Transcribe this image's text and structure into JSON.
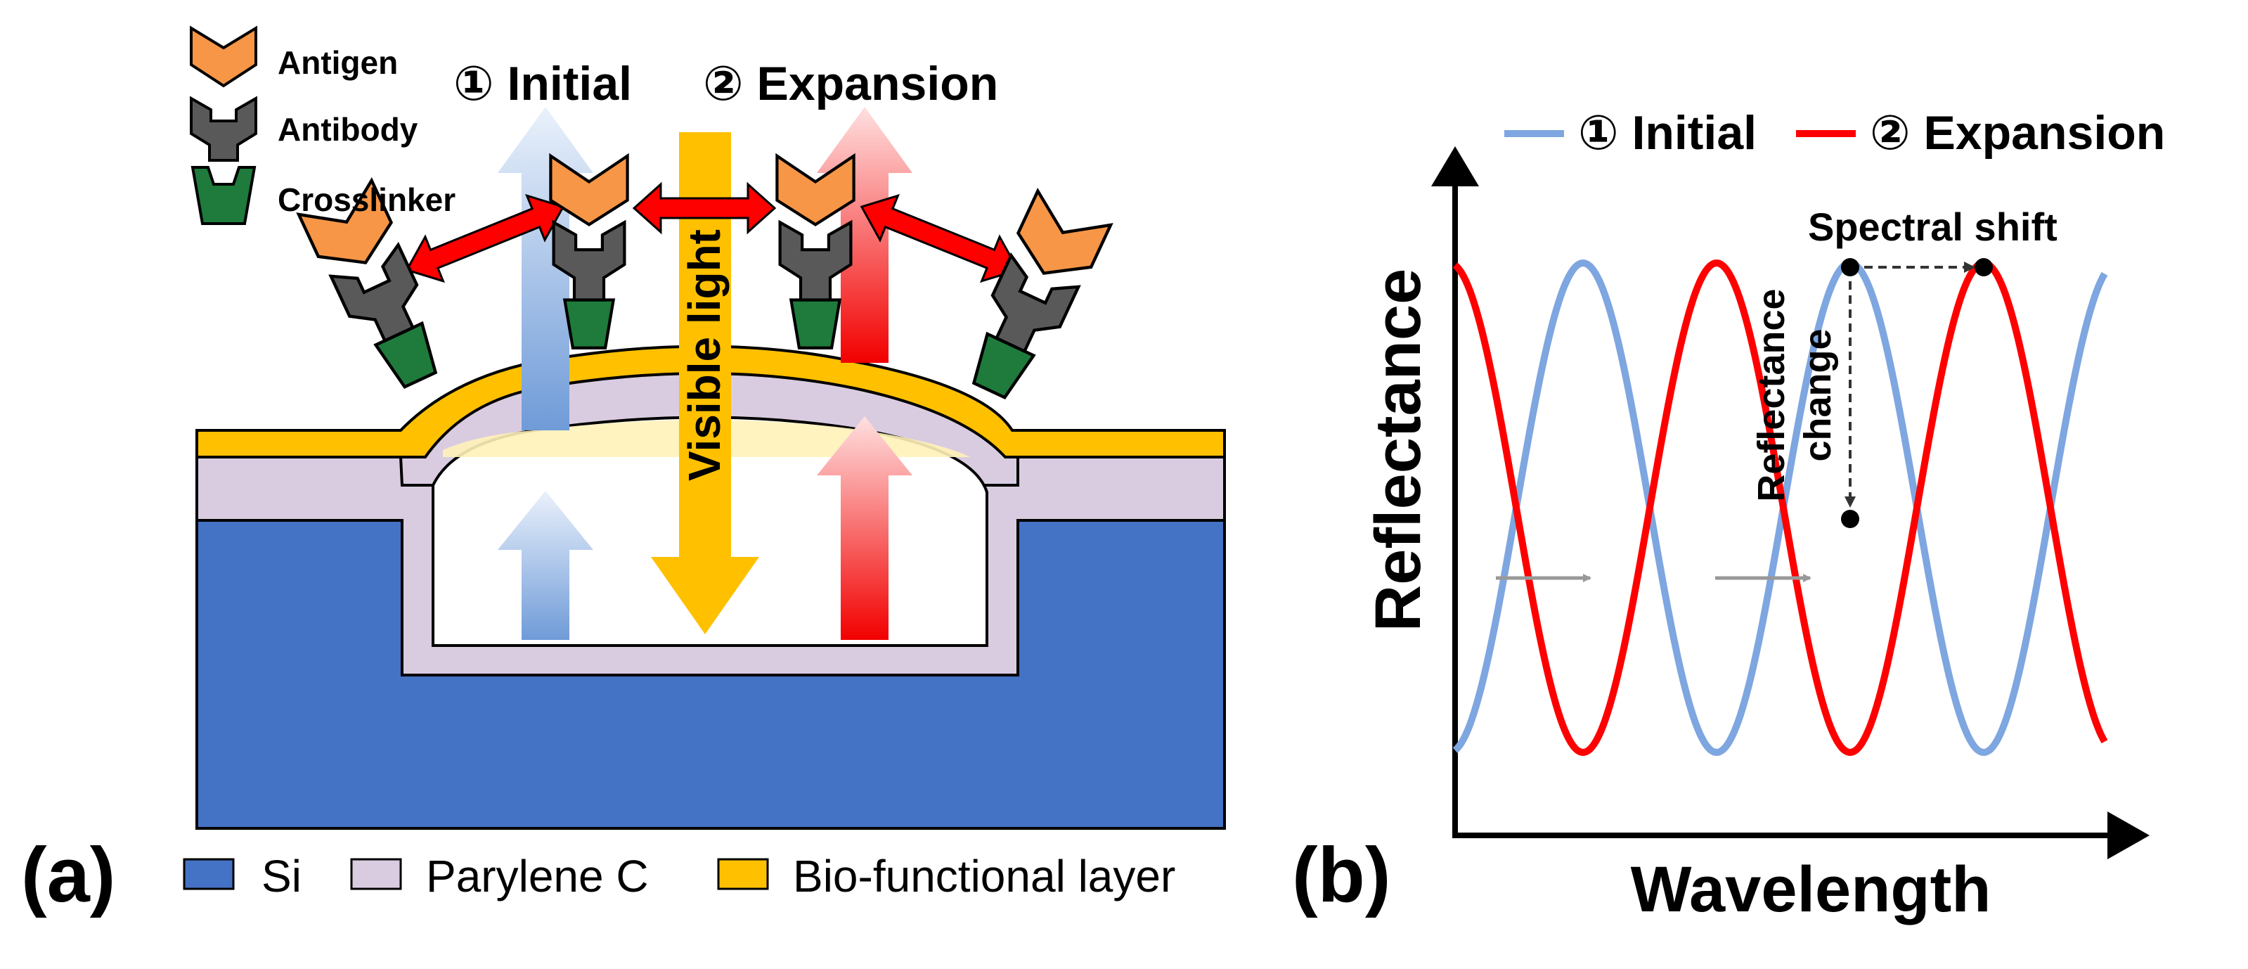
{
  "panel_a": {
    "label": "(a)",
    "legend": {
      "antigen": "Antigen",
      "antibody": "Antibody",
      "crosslinker": "Crosslinker"
    },
    "initial_label": "① Initial",
    "expansion_label": "② Expansion",
    "visible_light_label": "Visible light",
    "bottom_legend": {
      "si": "Si",
      "parylene": "Parylene C",
      "bio_layer": "Bio-functional layer"
    }
  },
  "panel_b": {
    "label": "(b)",
    "legend_initial": "① Initial",
    "legend_expansion": "② Expansion",
    "spectral_shift": "Spectral shift",
    "reflectance_change_line1": "Reflectance",
    "reflectance_change_line2": "change",
    "y_axis_label": "Reflectance",
    "x_axis_label": "Wavelength"
  },
  "colors": {
    "si": "#4472C4",
    "parylene": "#D9CCE0",
    "bio_layer": "#FFC000",
    "antigen": "#F79646",
    "antibody": "#595959",
    "crosslinker": "#1E7B3C",
    "initial_curve": "#7EA6E0",
    "expansion_curve": "#FF0000",
    "double_arrow": "#FF0000",
    "visible_light": "#FFC000"
  }
}
